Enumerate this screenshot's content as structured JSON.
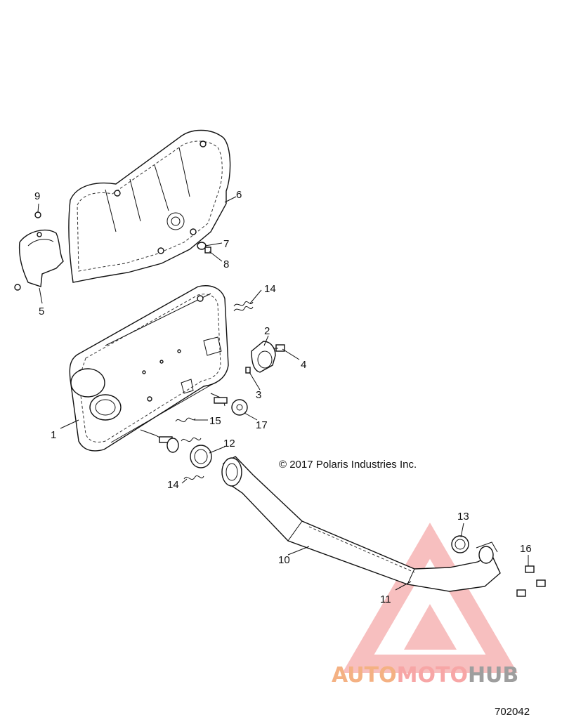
{
  "copyright": "© 2017 Polaris Industries Inc.",
  "drawing_number": "702042",
  "watermark": {
    "brand_auto": "AUTO",
    "brand_moto": "MOTO",
    "brand_hub": "HUB",
    "colors": {
      "triangle": "#f28b8b",
      "auto": "#f4b183",
      "moto": "#f7a6a6",
      "hub": "#9e9e9e"
    }
  },
  "callouts": {
    "c1": "1",
    "c2": "2",
    "c3": "3",
    "c4": "4",
    "c5": "5",
    "c6": "6",
    "c7": "7",
    "c8": "8",
    "c9": "9",
    "c10": "10",
    "c11": "11",
    "c12": "12",
    "c13": "13",
    "c14a": "14",
    "c14b": "14",
    "c15": "15",
    "c16": "16",
    "c17": "17"
  }
}
